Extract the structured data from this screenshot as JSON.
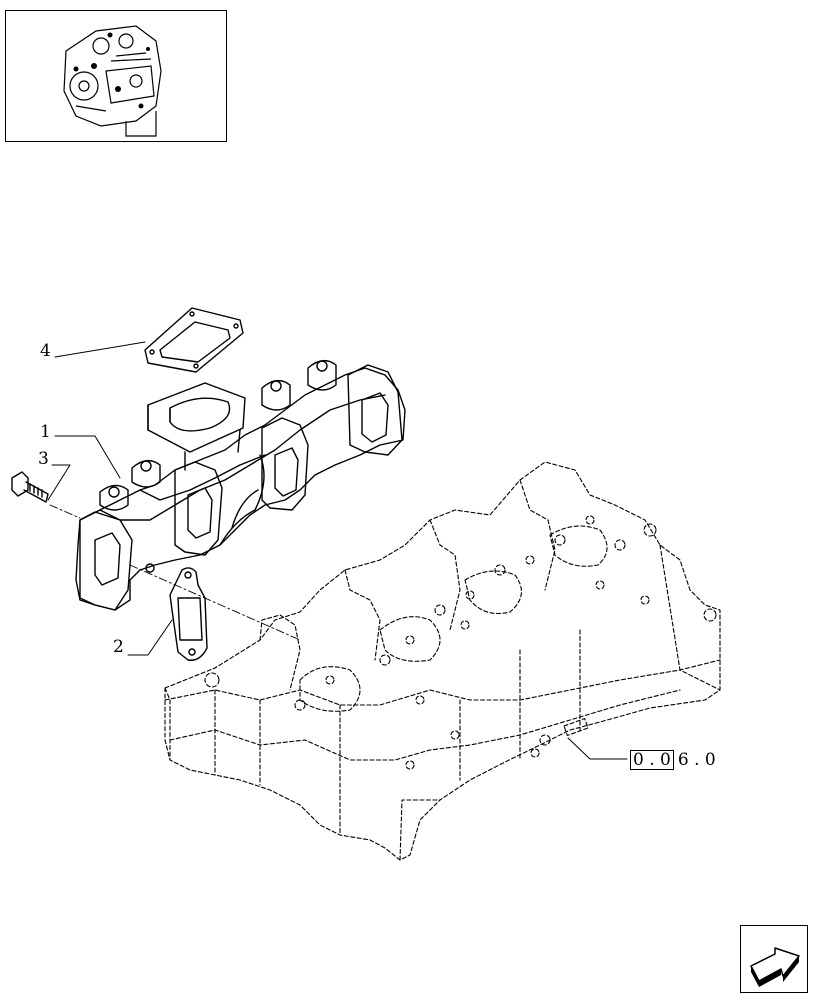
{
  "thumbnail": {
    "icon": "engine-assembly-icon"
  },
  "callouts": [
    {
      "id": "4",
      "label": "4"
    },
    {
      "id": "1",
      "label": "1"
    },
    {
      "id": "3",
      "label": "3"
    },
    {
      "id": "2",
      "label": "2"
    }
  ],
  "reference": {
    "boxed": "0 . 0",
    "rest": "6 . 0"
  },
  "nav": {
    "icon": "next-page-arrow-icon"
  }
}
